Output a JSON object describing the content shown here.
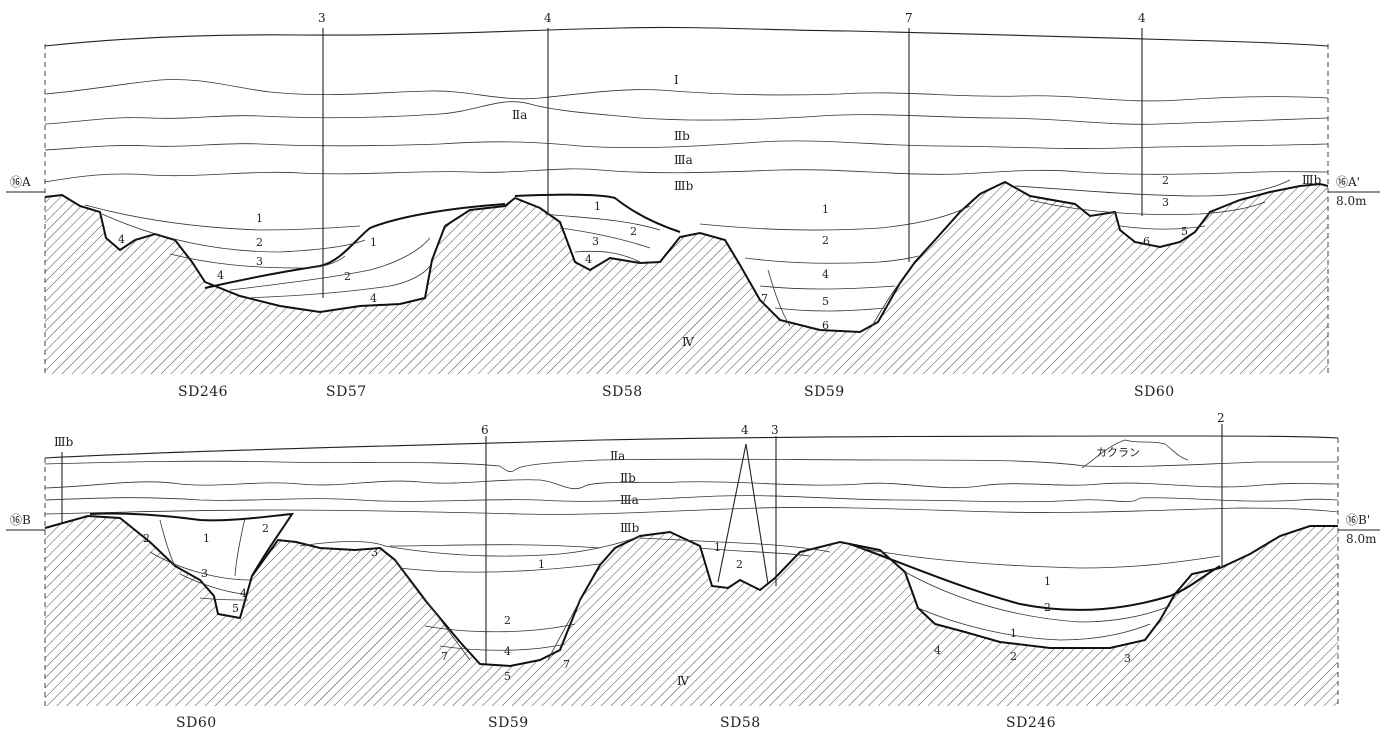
{
  "section_a": {
    "left_point": "⑯A",
    "right_point": "⑯A'",
    "elevation": "8.0m",
    "layers": {
      "l1": "Ⅰ",
      "l2a": "Ⅱa",
      "l2b": "Ⅱb",
      "l3a": "Ⅲa",
      "l3b_left": "Ⅲb",
      "l3b_right": "Ⅲb",
      "l4": "Ⅳ"
    },
    "column_markers": [
      "3",
      "4",
      "7",
      "4"
    ],
    "fill_numbers": {
      "sd246": [
        "1",
        "2",
        "3",
        "4",
        "4"
      ],
      "sd57": [
        "1",
        "2",
        "4"
      ],
      "sd58": [
        "1",
        "2",
        "3",
        "4"
      ],
      "sd59": [
        "1",
        "2",
        "4",
        "5",
        "6",
        "7"
      ],
      "sd60": [
        "2",
        "3",
        "5",
        "6"
      ]
    },
    "features": [
      "SD246",
      "SD57",
      "SD58",
      "SD59",
      "SD60"
    ]
  },
  "section_b": {
    "left_point": "⑯B",
    "right_point": "⑯B'",
    "elevation": "8.0m",
    "layers": {
      "l3b_left": "Ⅲb",
      "l2a": "Ⅱa",
      "l2b": "Ⅱb",
      "l3a": "Ⅲa",
      "l3b": "Ⅲb",
      "l4": "Ⅳ",
      "kakuran": "カクラン"
    },
    "column_markers": [
      "6",
      "4",
      "3",
      "2"
    ],
    "fill_numbers": {
      "sd60": [
        "1",
        "2",
        "2",
        "3",
        "4",
        "5"
      ],
      "sd59": [
        "3",
        "1",
        "2",
        "4",
        "5",
        "7",
        "7"
      ],
      "sd58": [
        "1",
        "2"
      ],
      "sd246": [
        "1",
        "2",
        "1",
        "2",
        "3",
        "4"
      ]
    },
    "features": [
      "SD60",
      "SD59",
      "SD58",
      "SD246"
    ]
  }
}
